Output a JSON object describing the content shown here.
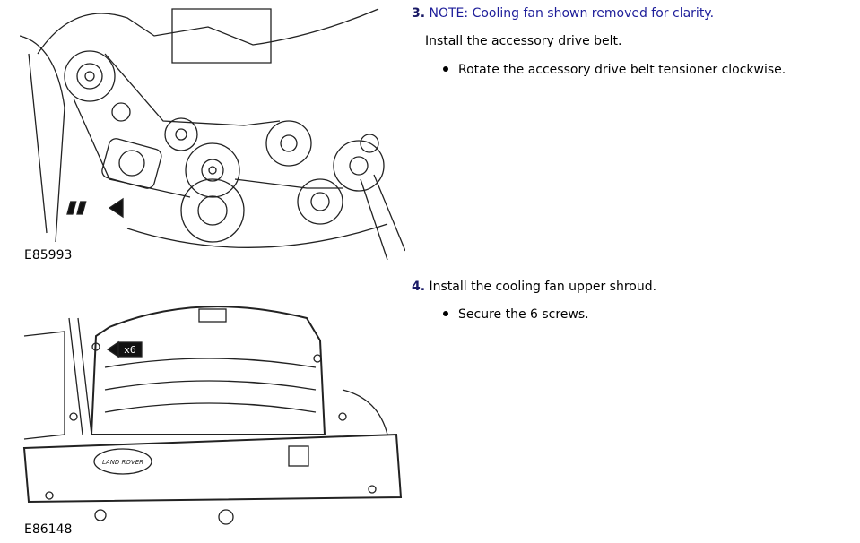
{
  "steps": [
    {
      "number": "3.",
      "note": "NOTE: Cooling fan shown removed for clarity.",
      "instruction": "Install the accessory drive belt.",
      "bullets": [
        "Rotate the accessory drive belt tensioner clockwise."
      ],
      "figure_id": "E85993"
    },
    {
      "number": "4.",
      "instruction": "Install the cooling fan upper shroud.",
      "bullets": [
        "Secure the 6 screws."
      ],
      "figure_id": "E86148",
      "callout": "x6",
      "logo_text": "LAND ROVER"
    }
  ]
}
